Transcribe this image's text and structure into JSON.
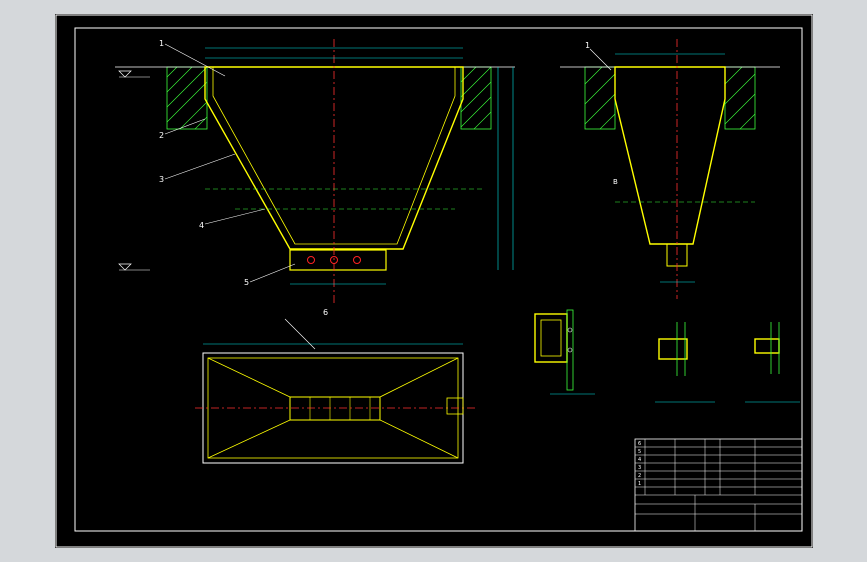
{
  "window": {
    "background": "#d5d8db",
    "canvas_background": "#000000"
  },
  "colors": {
    "frame": "#ffffff",
    "outline": "#ffff00",
    "dim": "#00e5e5",
    "center": "#ff3030",
    "fill": "#3cff3c",
    "text": "#00e5e5",
    "hole": "#ff2222"
  },
  "title_top": "",
  "title_bottom": "",
  "side_note_left": "",
  "side_note_right": "",
  "view_main": {
    "callouts": [
      "1",
      "2",
      "3",
      "4",
      "5"
    ],
    "elevation_top": "",
    "elevation_bottom": "",
    "note_mid": "",
    "note_right": "",
    "dim_bottom": ""
  },
  "view_side": {
    "callouts": [
      "1"
    ],
    "section_tag": "B",
    "note": ""
  },
  "view_plan": {
    "callouts": [
      "6"
    ],
    "note": ""
  },
  "details": {
    "labels": []
  },
  "notes": {
    "lines": [
      "",
      "",
      "",
      "",
      "",
      ""
    ]
  },
  "parts_table": {
    "rows": [
      [
        "6",
        "",
        "",
        "",
        "",
        ""
      ],
      [
        "5",
        "",
        "",
        "",
        "",
        ""
      ],
      [
        "4",
        "",
        "",
        "",
        "",
        ""
      ],
      [
        "3",
        "",
        "",
        "",
        "",
        ""
      ],
      [
        "2",
        "",
        "",
        "",
        "",
        ""
      ],
      [
        "1",
        "",
        "",
        "",
        "",
        ""
      ]
    ],
    "title_block": ""
  }
}
